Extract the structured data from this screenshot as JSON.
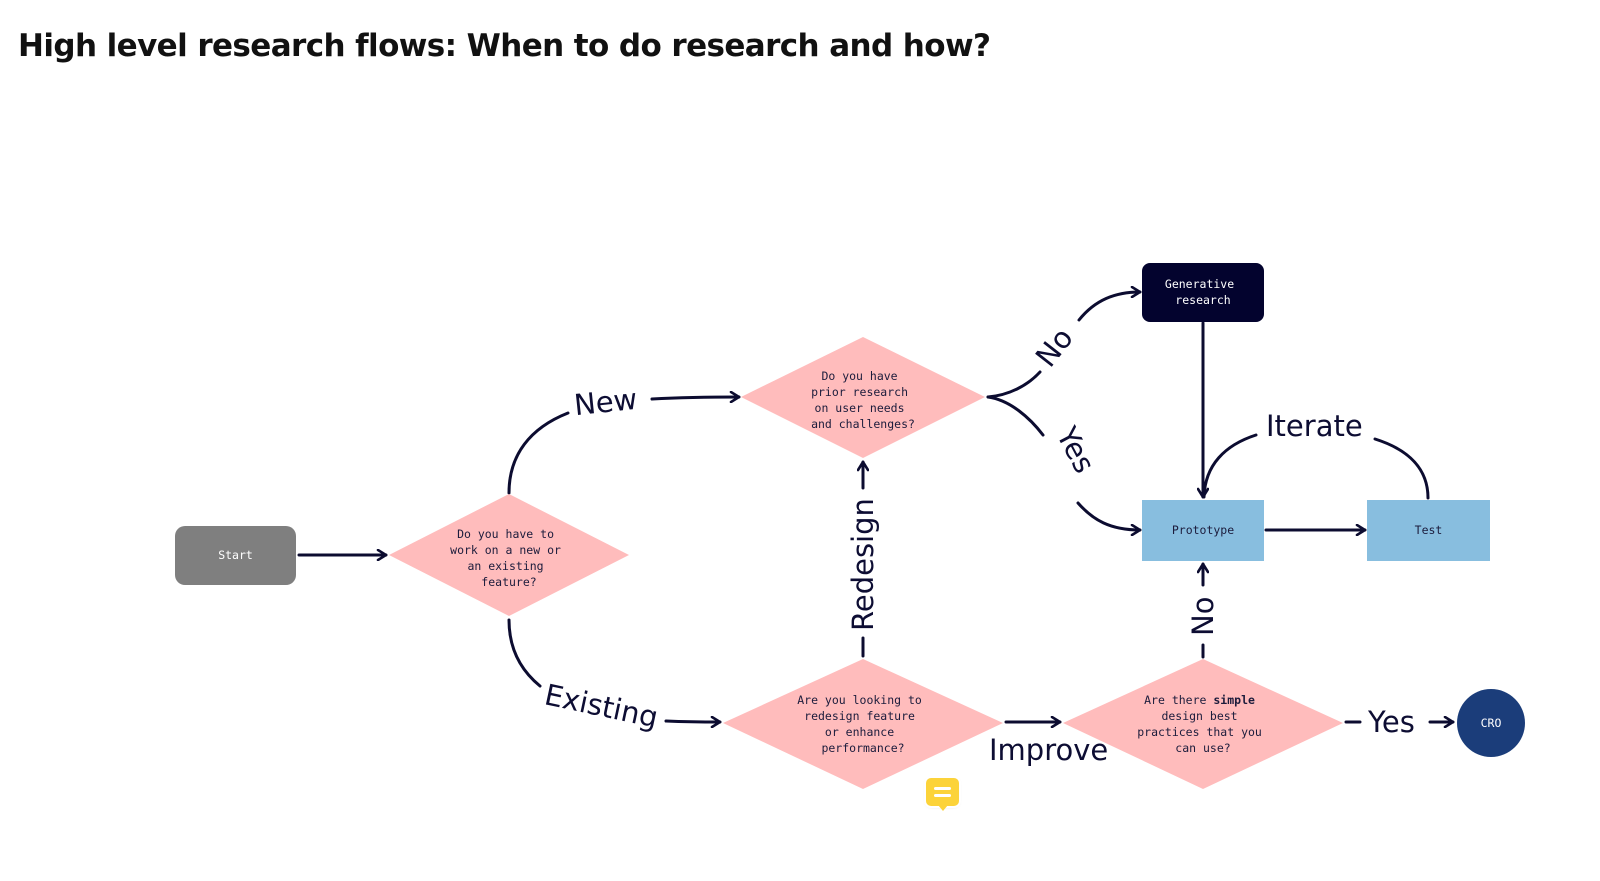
{
  "page": {
    "title": "High level research flows: When to do research and how?"
  },
  "colors": {
    "decision_fill": "#ffbcbc",
    "start_fill": "#7f7f7f",
    "generative_fill": "#03032e",
    "process_fill": "#88bedf",
    "cro_fill": "#1b3d7a",
    "edge_stroke": "#0c0c30",
    "comment_badge": "#fcd33a"
  },
  "nodes": {
    "start": {
      "label": "Start"
    },
    "q_new_or_existing": {
      "lines": [
        "Do you have to",
        "work on a new or",
        "an existing",
        "feature?"
      ]
    },
    "q_prior_research": {
      "lines": [
        "Do you have",
        "prior research",
        "on user needs",
        "and challenges?"
      ]
    },
    "q_redesign_or_enhance": {
      "lines": [
        "Are you looking to",
        "redesign feature",
        "or enhance",
        "performance?"
      ]
    },
    "q_simple_practices": {
      "line1_prefix": "Are there ",
      "line1_bold": "simple",
      "lines": [
        "design best",
        "practices that you",
        "can use?"
      ]
    },
    "generative_research": {
      "lines": [
        "Generative",
        "research"
      ]
    },
    "prototype": {
      "label": "Prototype"
    },
    "test": {
      "label": "Test"
    },
    "cro": {
      "label": "CRO"
    }
  },
  "edges": {
    "new": "New",
    "existing": "Existing",
    "no_generative": "No",
    "yes_prototype": "Yes",
    "iterate": "Iterate",
    "redesign": "Redesign",
    "improve": "Improve",
    "no_prototype": "No",
    "yes_cro": "Yes"
  },
  "comment": {
    "icon": "comment-icon"
  }
}
